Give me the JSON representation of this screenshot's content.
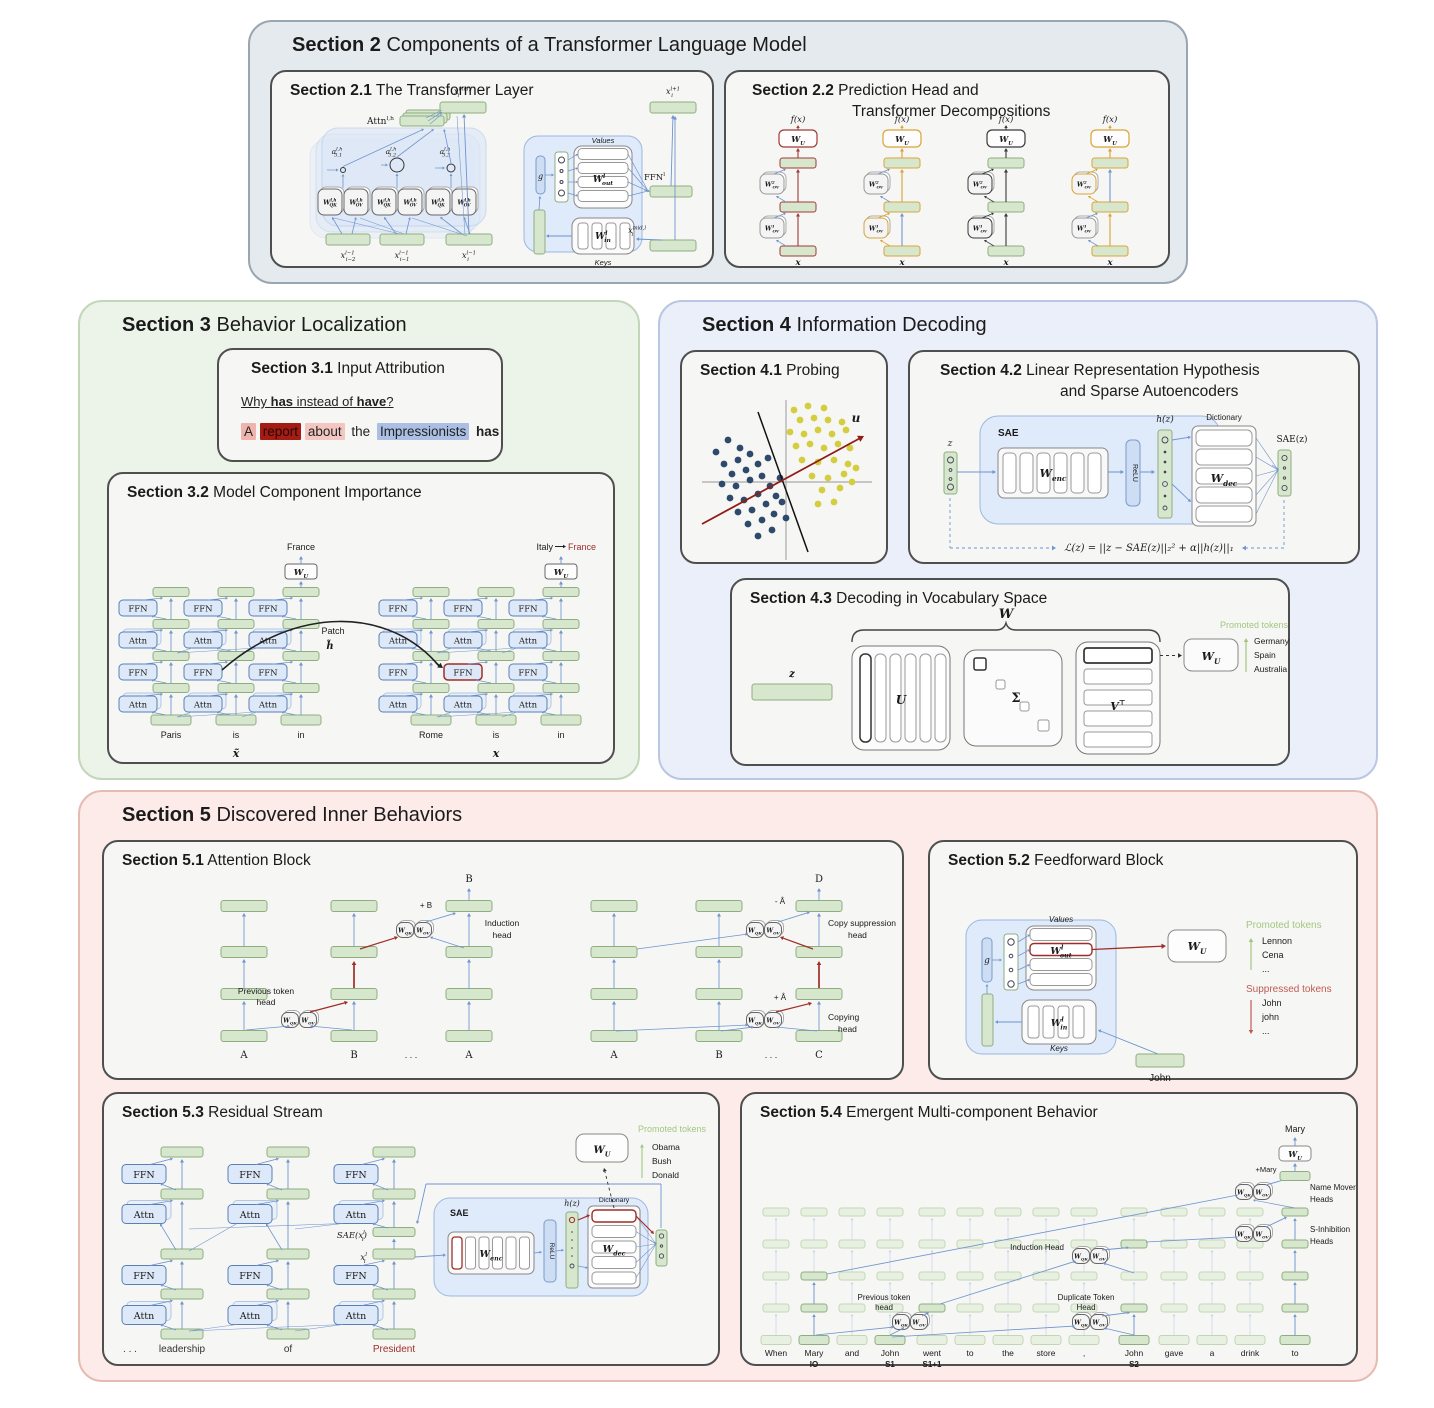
{
  "colors": {
    "panel2_bg": "#e5eaee",
    "panel2_border": "#9aa6b1",
    "panel3_bg": "#ecf3e9",
    "panel3_border": "#c3d6ba",
    "panel4_bg": "#eaeffa",
    "panel4_border": "#bac7e2",
    "panel5_bg": "#fcebe8",
    "panel5_border": "#e5bcb4",
    "box_bg": "#f6f6f5",
    "box_border": "#4f4f4f",
    "green_fill": "#d7e7cd",
    "green_stroke": "#8fae80",
    "green_pale_fill": "#e8f1e1",
    "green_pale_stroke": "#c2d6b4",
    "blue_fill": "#dde9f8",
    "blue_stroke": "#5a7fb5",
    "group_fill": "#dfeafa",
    "group_stroke": "#9db7dd",
    "arrow_blue": "#6f94cf",
    "arrow_pale": "#bcc9e6",
    "red": "#9e2f28",
    "yellow": "#d9a437",
    "black": "#3a3a3a",
    "promoted_green": "#a3c77f",
    "suppressed_red": "#c05a52",
    "gray_box": "#f4f4f4",
    "gray_stroke": "#777777"
  },
  "common": {
    "wqk": {
      "b": "W",
      "sub": "QK"
    },
    "wov": {
      "b": "W",
      "sub": "OV"
    }
  },
  "s2": {
    "num": "Section 2",
    "title": "Components of a Transformer Language Model",
    "s21": {
      "num": "Section 2.1",
      "title": "The Transformer Layer",
      "attn": {
        "b": "Attn",
        "sup": "l,h"
      },
      "x_mid": {
        "b": "x",
        "sub": "i",
        "sup": "mid,l"
      },
      "x_next": {
        "b": "x",
        "sub": "i",
        "sup": "l+1"
      },
      "a": [
        {
          "b": "a",
          "sub": "3,1",
          "sup": "l,h"
        },
        {
          "b": "a",
          "sub": "3,2",
          "sup": "l,h"
        },
        {
          "b": "a",
          "sub": "3,3",
          "sup": "l,h"
        }
      ],
      "wqk": {
        "b": "W",
        "sub": "QK",
        "sup": "l,h"
      },
      "wov": {
        "b": "W",
        "sub": "OV",
        "sup": "l,h"
      },
      "inputs": [
        {
          "b": "x",
          "sub": "i−2",
          "sup": "l−1"
        },
        {
          "b": "x",
          "sub": "i−1",
          "sup": "l−1"
        },
        {
          "b": "x",
          "sub": "i",
          "sup": "l−1"
        }
      ],
      "values": "Values",
      "keys": "Keys",
      "g": "g",
      "wout": {
        "b": "W",
        "sub": "out",
        "sup": "l"
      },
      "win": {
        "b": "W",
        "sub": "in",
        "sup": "l"
      },
      "ffn": {
        "b": "FFN",
        "sup": "l"
      }
    },
    "s22": {
      "num": "Section 2.2",
      "title1": "Prediction Head and",
      "title2": "Transformer Decompositions",
      "fx": "f(x)",
      "x": "x",
      "wu": {
        "b": "W",
        "sub": "U"
      },
      "wov1": {
        "b": "W",
        "sub": "OV",
        "sup": "1"
      },
      "wov2": {
        "b": "W",
        "sub": "OV",
        "sup": "2"
      },
      "col_colors": [
        "#a03b36",
        "#d9a437",
        "#3a3a3a",
        "#d9a437"
      ]
    }
  },
  "s3": {
    "num": "Section 3",
    "title": "Behavior Localization",
    "s31": {
      "num": "Section 3.1",
      "title": "Input Attribution",
      "question": [
        {
          "t": "Why ",
          "b": 0
        },
        {
          "t": "has",
          "b": 1
        },
        {
          "t": " instead of ",
          "b": 0
        },
        {
          "t": "have",
          "b": 1
        },
        {
          "t": "?",
          "b": 0
        }
      ],
      "sentence": [
        {
          "t": "A",
          "bg": "#f0b4af"
        },
        {
          "t": "report",
          "bg": "#a31d15",
          "fg": "#2b0503"
        },
        {
          "t": "about",
          "bg": "#f3c6c2"
        },
        {
          "t": "the",
          "bg": ""
        },
        {
          "t": "Impressionists",
          "bg": "#aabfe3"
        },
        {
          "t": "has",
          "bg": "",
          "b": 1
        }
      ]
    },
    "s32": {
      "num": "Section 3.2",
      "title": "Model Component Importance",
      "ffn": "FFN",
      "attn": "Attn",
      "wu": {
        "b": "W",
        "sub": "U"
      },
      "left_tokens": [
        "Paris",
        "is",
        "in"
      ],
      "right_tokens": [
        "Rome",
        "is",
        "in"
      ],
      "left_out": "France",
      "right_from": "Italy",
      "right_to": "France",
      "patch": "Patch",
      "patch_h": "h̃",
      "x_left": "x̃",
      "x_right": "x"
    }
  },
  "s4": {
    "num": "Section 4",
    "title": "Information Decoding",
    "s41": {
      "num": "Section 4.1",
      "title": "Probing",
      "u": "u",
      "navy_color": "#2e4a6b",
      "yellow_color": "#d4cd3f",
      "scatter": {
        "navy": [
          [
            34,
            100
          ],
          [
            46,
            88
          ],
          [
            58,
            96
          ],
          [
            42,
            112
          ],
          [
            56,
            108
          ],
          [
            68,
            102
          ],
          [
            50,
            122
          ],
          [
            64,
            118
          ],
          [
            76,
            112
          ],
          [
            40,
            132
          ],
          [
            54,
            134
          ],
          [
            68,
            128
          ],
          [
            80,
            124
          ],
          [
            48,
            146
          ],
          [
            62,
            148
          ],
          [
            76,
            142
          ],
          [
            88,
            134
          ],
          [
            56,
            160
          ],
          [
            70,
            158
          ],
          [
            84,
            152
          ],
          [
            94,
            144
          ],
          [
            66,
            172
          ],
          [
            80,
            168
          ],
          [
            92,
            162
          ],
          [
            76,
            184
          ],
          [
            90,
            178
          ],
          [
            86,
            106
          ],
          [
            98,
            126
          ],
          [
            100,
            150
          ],
          [
            104,
            166
          ]
        ],
        "yellow": [
          [
            112,
            58
          ],
          [
            126,
            54
          ],
          [
            142,
            56
          ],
          [
            118,
            68
          ],
          [
            132,
            66
          ],
          [
            146,
            68
          ],
          [
            160,
            70
          ],
          [
            108,
            80
          ],
          [
            122,
            82
          ],
          [
            136,
            78
          ],
          [
            150,
            82
          ],
          [
            164,
            78
          ],
          [
            114,
            94
          ],
          [
            128,
            92
          ],
          [
            142,
            96
          ],
          [
            156,
            92
          ],
          [
            168,
            96
          ],
          [
            120,
            108
          ],
          [
            136,
            110
          ],
          [
            152,
            108
          ],
          [
            166,
            112
          ],
          [
            130,
            124
          ],
          [
            146,
            126
          ],
          [
            162,
            122
          ],
          [
            174,
            116
          ],
          [
            140,
            138
          ],
          [
            158,
            136
          ],
          [
            170,
            130
          ],
          [
            152,
            150
          ],
          [
            136,
            152
          ]
        ]
      }
    },
    "s42": {
      "num": "Section 4.2",
      "title1": "Linear Representation Hypothesis",
      "title2": "and Sparse Autoencoders",
      "sae": "SAE",
      "z": "z",
      "relu": "ReLU",
      "hz": "h(z)",
      "dict": "Dictionary",
      "saez": "SAE(z)",
      "wenc": {
        "b": "W",
        "sub": "enc"
      },
      "wdec": {
        "b": "W",
        "sub": "dec"
      },
      "loss": "ℒ(z) = ||z − SAE(z)||₂² + α||h(z)||₁"
    },
    "s43": {
      "num": "Section 4.3",
      "title": "Decoding in Vocabulary Space",
      "z": "z",
      "W": "W",
      "U": "U",
      "sigma": "Σ",
      "vt": {
        "b": "V",
        "sup": "⊤"
      },
      "wu": {
        "b": "W",
        "sub": "U"
      },
      "promoted": "Promoted tokens",
      "tokens": [
        "Germany",
        "Spain",
        "Australia"
      ]
    }
  },
  "s5": {
    "num": "Section 5",
    "title": "Discovered Inner Behaviors",
    "s51": {
      "num": "Section 5.1",
      "title": "Attention Block",
      "ellipsis": ". . .",
      "left": {
        "tokens": [
          "A",
          "B",
          "A"
        ],
        "out": "B",
        "plus": "+ B",
        "head1": [
          "Previous token",
          "head"
        ],
        "head2": [
          "Induction",
          "head"
        ]
      },
      "right": {
        "tokens": [
          "A",
          "B",
          "C"
        ],
        "out": "D",
        "plus": "+ Â",
        "minus": "- Â",
        "head1": [
          "Copying",
          "head"
        ],
        "head2": [
          "Copy suppression",
          "head"
        ]
      }
    },
    "s52": {
      "num": "Section 5.2",
      "title": "Feedforward Block",
      "values": "Values",
      "keys": "Keys",
      "g": "g",
      "john": "John",
      "wout": {
        "b": "W",
        "sub": "out",
        "sup": "l"
      },
      "win": {
        "b": "W",
        "sub": "in",
        "sup": "l"
      },
      "wu": {
        "b": "W",
        "sub": "U"
      },
      "promoted": "Promoted tokens",
      "promoted_tokens": [
        "Lennon",
        "Cena",
        "..."
      ],
      "suppressed": "Suppressed tokens",
      "suppressed_tokens": [
        "John",
        "john",
        "..."
      ]
    },
    "s53": {
      "num": "Section 5.3",
      "title": "Residual Stream",
      "ffn": "FFN",
      "attn": "Attn",
      "tokens": [
        ". . .",
        "leadership",
        "of",
        "President"
      ],
      "token_colors": [
        "#333333",
        "#333333",
        "#333333",
        "#9e2f28"
      ],
      "x_label": {
        "b": "x",
        "sub": "i",
        "sup": "l"
      },
      "sae_label": {
        "pre": "SAE(",
        "b": "x",
        "sub": "i",
        "sup": "l",
        "post": ")"
      },
      "sae": "SAE",
      "relu": "ReLU",
      "hz": "h(z)",
      "dict": "Dictionary",
      "wenc": {
        "b": "W",
        "sub": "enc"
      },
      "wdec": {
        "b": "W",
        "sub": "dec"
      },
      "wu": {
        "b": "W",
        "sub": "U"
      },
      "promoted": "Promoted tokens",
      "promoted_tokens": [
        "Obama",
        "Bush",
        "Donald"
      ]
    },
    "s54": {
      "num": "Section 5.4",
      "title": "Emergent Multi-component Behavior",
      "tokens": [
        "When",
        "Mary",
        "and",
        "John",
        "went",
        "to",
        "the",
        "store",
        ",",
        "John",
        "gave",
        "a",
        "drink",
        "to"
      ],
      "sublabels": [
        "",
        "IO",
        "",
        "S1",
        "S1+1",
        "",
        "",
        "",
        "",
        "S2",
        "",
        "",
        "",
        ""
      ],
      "heads": {
        "prev": [
          "Previous token",
          "head"
        ],
        "dup": [
          "Duplicate Token",
          "Head"
        ],
        "induction": "Induction Head",
        "sinhib": [
          "S-Inhibition",
          "Heads"
        ],
        "namemover": [
          "Name Mover",
          "Heads"
        ]
      },
      "plus_mary": "+Mary",
      "mary": "Mary",
      "wu": {
        "b": "W",
        "sub": "U"
      }
    }
  }
}
